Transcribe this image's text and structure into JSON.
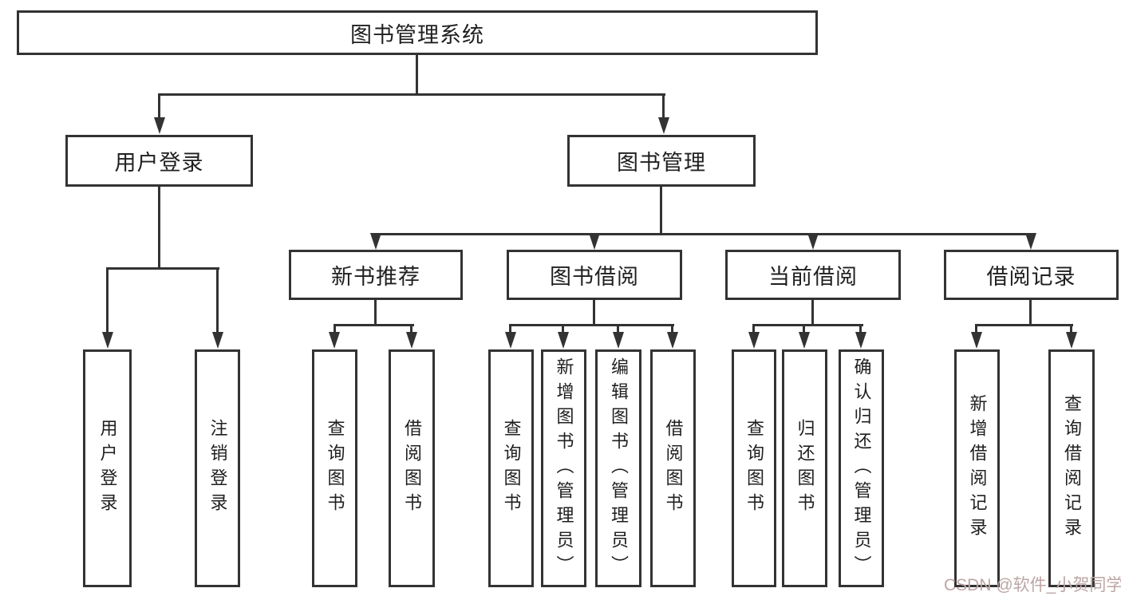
{
  "diagram": {
    "type": "tree",
    "root": "图书管理系统",
    "level2": [
      "用户登录",
      "图书管理"
    ],
    "level3": [
      "新书推荐",
      "图书借阅",
      "当前借阅",
      "借阅记录"
    ],
    "leaves": [
      "用户登录",
      "注销登录",
      "查询图书",
      "借阅图书",
      "查询图书",
      "新增图书（管理员）",
      "编辑图书（管理员）",
      "借阅图书",
      "查询图书",
      "归还图书",
      "确认归还（管理员）",
      "新增借阅记录",
      "查询借阅记录"
    ],
    "hierarchy": {
      "图书管理系统": [
        "用户登录",
        "图书管理"
      ],
      "用户登录": [
        "用户登录",
        "注销登录"
      ],
      "图书管理": [
        "新书推荐",
        "图书借阅",
        "当前借阅",
        "借阅记录"
      ],
      "新书推荐": [
        "查询图书",
        "借阅图书"
      ],
      "图书借阅": [
        "查询图书",
        "新增图书（管理员）",
        "编辑图书（管理员）",
        "借阅图书"
      ],
      "当前借阅": [
        "查询图书",
        "归还图书",
        "确认归还（管理员）"
      ],
      "借阅记录": [
        "新增借阅记录",
        "查询借阅记录"
      ]
    }
  },
  "watermark": "CSDN @软件_小贺同学",
  "colors": {
    "line": "#333333",
    "node_border": "#333333",
    "node_text": "#1f1f1f",
    "background": "#ffffff",
    "watermark": "#bda5a5"
  }
}
